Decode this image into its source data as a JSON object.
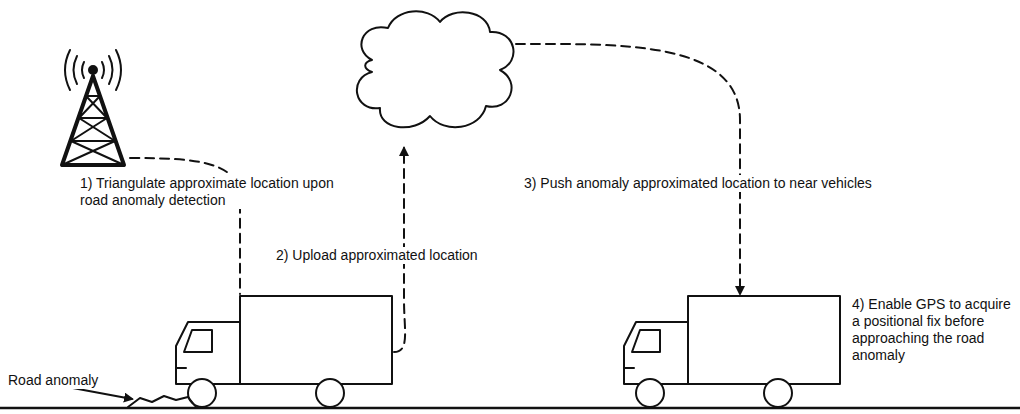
{
  "diagram": {
    "labels": [
      "1) Triangulate approximate location upon road anomaly detection",
      "2) Upload approximated location",
      "3) Push anomaly approximated location to near vehicles",
      "4) Enable GPS to acquire a positional fix before approaching the road anomaly",
      "Road anomaly"
    ]
  }
}
